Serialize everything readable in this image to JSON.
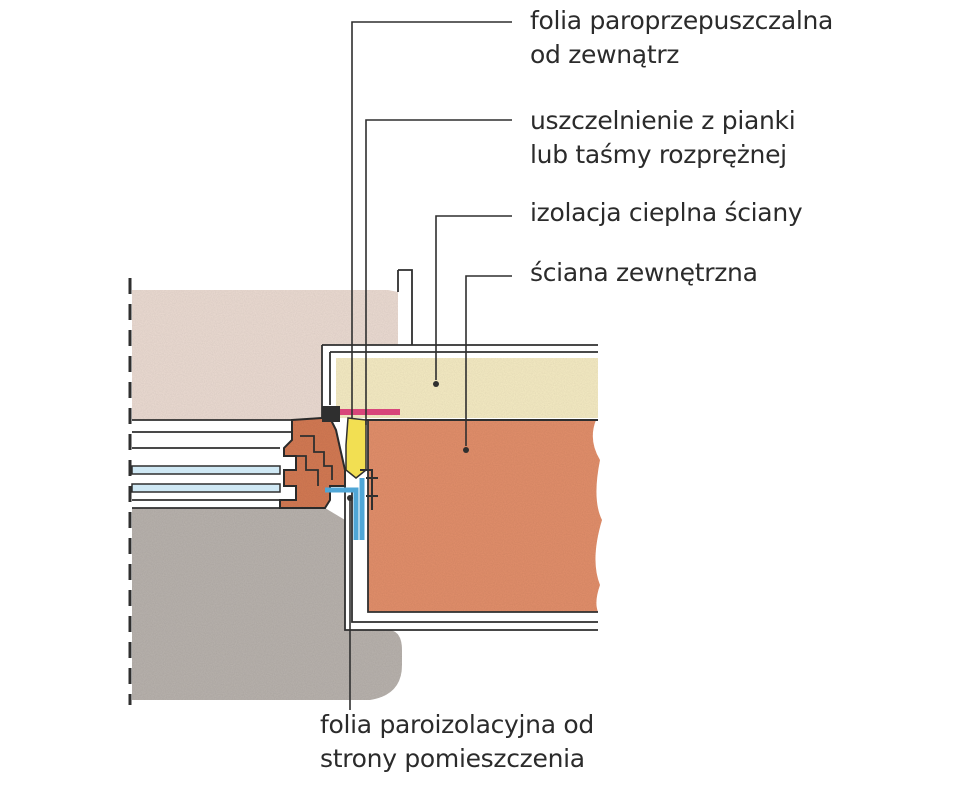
{
  "labels": {
    "vapour_permeable_foil": [
      "folia paroprzepuszczalna",
      "od zewnątrz"
    ],
    "foam_seal": [
      "uszczelnienie z pianki",
      "lub taśmy rozprężnej"
    ],
    "wall_insulation": [
      "izolacja cieplna ściany"
    ],
    "external_wall": [
      "ściana zewnętrzna"
    ],
    "vapour_barrier_foil": [
      "folia paroizolacyjna od",
      "strony pomieszczenia"
    ]
  },
  "colors": {
    "frame_wood": "#d47a55",
    "wall_brick": "#e3906c",
    "insulation": "#f6ecc4",
    "foam_seal": "#f2df52",
    "vapour_permeable_foil": "#d8457a",
    "vapour_barrier_foil": "#4fa6d6",
    "glass": "#cfe8f4",
    "upper_plaster": "#ecdcd3",
    "lower_plaster": "#b9b3ae",
    "outline": "#2f2f2f"
  }
}
